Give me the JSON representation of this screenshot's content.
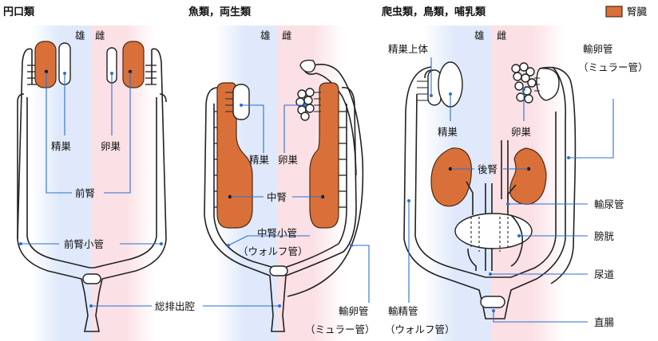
{
  "legend": {
    "swatch_color": "#d9703a",
    "label": "腎臓"
  },
  "sections": {
    "cyclostomes": {
      "title": "円口類"
    },
    "fish_amphibians": {
      "title": "魚類，両生類"
    },
    "amniotes": {
      "title": "爬虫類，鳥類，哺乳類"
    }
  },
  "sex": {
    "male": "雄",
    "female": "雌"
  },
  "colors": {
    "male_band": "#dfe9fb",
    "female_band": "#fbe1e6",
    "kidney": "#d9703a",
    "leader": "#2a6fd0"
  },
  "labels": {
    "c_testis": "精巣",
    "c_ovary": "卵巣",
    "c_pronephros": "前腎",
    "c_pronephric_duct": "前腎小管",
    "cloaca": "総排出腔",
    "f_testis": "精巣",
    "f_ovary": "卵巣",
    "f_mesonephros": "中腎",
    "f_mesonephric_duct_1": "中腎小管",
    "f_mesonephric_duct_2": "（ウォルフ管）",
    "f_oviduct_1": "輸卵管",
    "f_oviduct_2": "（ミュラー管）",
    "a_epididymis": "精巣上体",
    "a_testis": "精巣",
    "a_ovary": "卵巣",
    "a_metanephros": "後腎",
    "a_oviduct_1": "輸卵管",
    "a_oviduct_2": "（ミュラー管）",
    "a_ureter": "輸尿管",
    "a_bladder": "膀胱",
    "a_urethra": "尿道",
    "a_rectum": "直腸",
    "a_vas_deferens_1": "輸精管",
    "a_vas_deferens_2": "（ウォルフ管）"
  }
}
